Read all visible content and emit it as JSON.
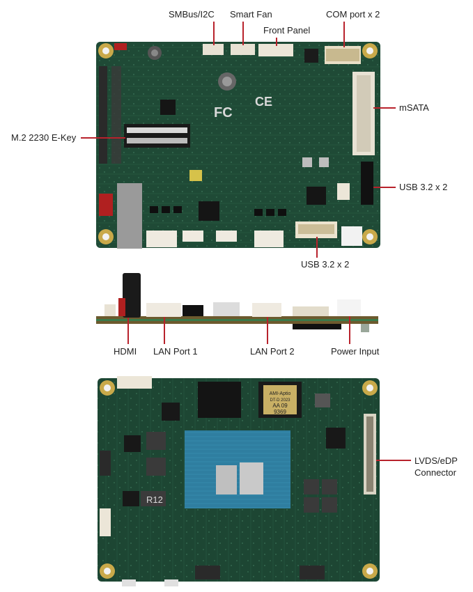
{
  "callouts": {
    "smbus": "SMBus/I2C",
    "smart_fan": "Smart Fan",
    "front_panel": "Front Panel",
    "com_port": "COM port x 2",
    "msata": "mSATA",
    "m2": "M.2 2230 E-Key",
    "usb_right": "USB 3.2 x 2",
    "usb_bottom": "USB 3.2 x 2",
    "hdmi": "HDMI",
    "lan1": "LAN Port 1",
    "lan2": "LAN Port 2",
    "power": "Power Input",
    "lvds_line1": "LVDS/eDP",
    "lvds_line2": "Connector"
  },
  "board_marks": {
    "chip_brand": "AMI-Aptio",
    "chip_line2": "DT-D 2023",
    "chip_line3": "AA 09",
    "chip_line4": "9369",
    "inductor": "R12",
    "fcc": "FC",
    "ce": "CE"
  },
  "colors": {
    "pcb": "#1f4a36",
    "pcb_dark": "#173a2b",
    "leader": "#b8222c",
    "mounting_hole": "#c9a94a",
    "heatspreader": "#2f7ea0"
  }
}
